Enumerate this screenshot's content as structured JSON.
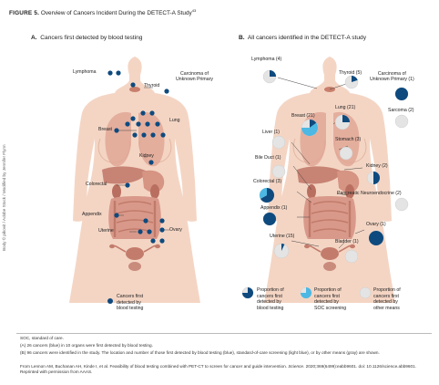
{
  "figure": {
    "label": "FIGURE 5.",
    "title": "Overview of Cancers Incident During the DETECT-A Study",
    "title_sup": "43"
  },
  "panel_a": {
    "letter": "A.",
    "title": "Cancers first detected by blood testing",
    "labels": {
      "lymphoma": "Lymphoma",
      "thyroid": "Thyroid",
      "carcinoma": "Carcinoma of\nUnknown Primary",
      "lung": "Lung",
      "breast": "Breast",
      "kidney": "Kidney",
      "colorectal": "Colorectal",
      "appendix": "Appendix",
      "uterine": "Uterine",
      "ovary": "Ovary"
    },
    "legend": "Cancers first\ndetected by\nblood testing"
  },
  "panel_b": {
    "letter": "B.",
    "title": "All cancers identified in the DETECT-A study",
    "labels": {
      "lymphoma": "Lymphoma (4)",
      "thyroid": "Thyroid (5)",
      "carcinoma": "Carcinoma of\nUnknown Primary (1)",
      "breast": "Breast (21)",
      "lung": "Lung (21)",
      "sarcoma": "Sarcoma (2)",
      "liver": "Liver (1)",
      "stomach": "Stomach (3)",
      "bile": "Bile Duct (1)",
      "kidney": "Kidney (2)",
      "colorectal": "Colorectal (3)",
      "pancreatic": "Pancreatic Neuroendocrine (2)",
      "appendix": "Appendix (1)",
      "ovary": "Ovary (1)",
      "uterine": "Uterine (15)",
      "bladder": "Bladder (1)"
    },
    "legend": [
      "Proportion of\ncancers first\ndetected by\nblood testing",
      "Proportion of\ncancers first\ndetected by\nSOC screening",
      "Proportion of\ncancers first\ndetected by\nother means"
    ]
  },
  "credit": "Body © pikovit / Adobe Stock / Modified by Jennifer Flynn",
  "footnotes": {
    "soc": "SOC, standard of care.",
    "a": "(A) 26 cancers (blue) in 10 organs were first detected by blood testing.",
    "b": "(B) 96 cancers were identified in the study. The location and number of those first detected by blood testing (blue), standard-of-care screening (light blue), or by other means (gray) are shown.",
    "source_pre": "From Lennon AM, Buchanan AH, Kinde I, et al. Feasibility of blood testing combined with PET-CT to screen for cancer and guide intervention.",
    "source_journal": "Science.",
    "source_post": "2020;369(6499):eabb9601. doi: 10.1126/science.abb9601. Reprinted with permission from AAAS."
  },
  "pies": {
    "lymphoma": {
      "blood": 0.25,
      "soc": 0.0
    },
    "thyroid": {
      "blood": 0.2,
      "soc": 0.0
    },
    "carcinoma": {
      "blood": 1.0,
      "soc": 0.0
    },
    "breast": {
      "blood": 0.15,
      "soc": 0.6
    },
    "lung": {
      "blood": 0.25,
      "soc": 0.0
    },
    "sarcoma": {
      "blood": 0.0,
      "soc": 0.0
    },
    "liver": {
      "blood": 0.0,
      "soc": 0.0
    },
    "stomach": {
      "blood": 0.0,
      "soc": 0.0
    },
    "bile": {
      "blood": 0.0,
      "soc": 0.0
    },
    "kidney": {
      "blood": 0.5,
      "soc": 0.0
    },
    "colorectal": {
      "blood": 0.67,
      "soc": 0.33
    },
    "pancreatic": {
      "blood": 0.0,
      "soc": 0.0
    },
    "appendix": {
      "blood": 1.0,
      "soc": 0.0
    },
    "ovary": {
      "blood": 1.0,
      "soc": 0.0
    },
    "uterine": {
      "blood": 0.07,
      "soc": 0.0
    },
    "bladder": {
      "blood": 0.0,
      "soc": 0.0
    }
  },
  "colors": {
    "blood": "#0e4a7e",
    "soc": "#4cb8e3",
    "other": "#e4e4e4",
    "skin": "#f4d5c4",
    "organ": "#d49a88"
  }
}
